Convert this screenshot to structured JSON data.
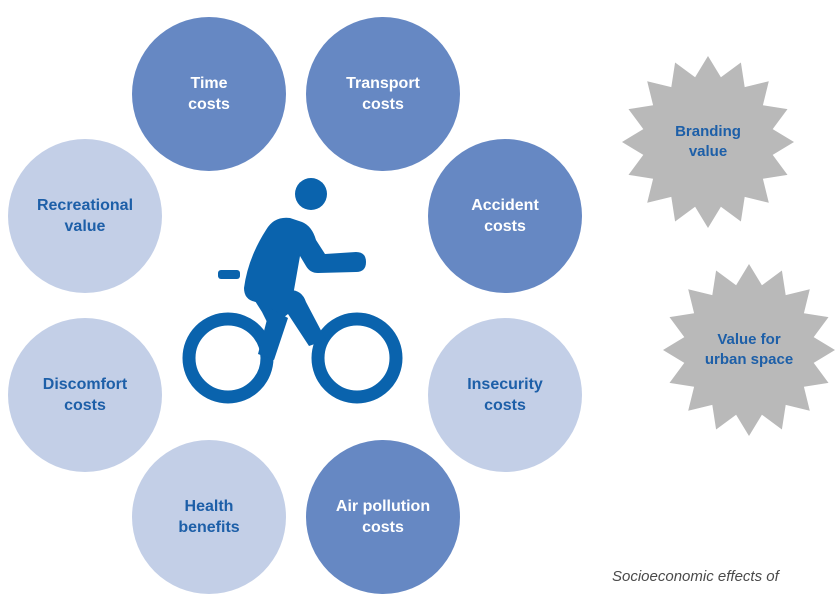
{
  "circles": {
    "time": "Time\ncosts",
    "transport": "Transport\ncosts",
    "accident": "Accident\ncosts",
    "insecurity": "Insecurity\ncosts",
    "air_pollution": "Air pollution\ncosts",
    "health": "Health\nbenefits",
    "discomfort": "Discomfort\ncosts",
    "recreational": "Recreational\nvalue"
  },
  "stars": {
    "branding": "Branding\nvalue",
    "urban_space": "Value for\nurban space"
  },
  "center_icon": "cyclist-icon",
  "caption": "Socioeconomic effects of",
  "colors": {
    "dark_circle": "#6688c3",
    "light_circle": "#c3cfe7",
    "text_blue": "#1d5fa8",
    "star_grey": "#b9b9b9",
    "icon_blue": "#0a63ad"
  }
}
